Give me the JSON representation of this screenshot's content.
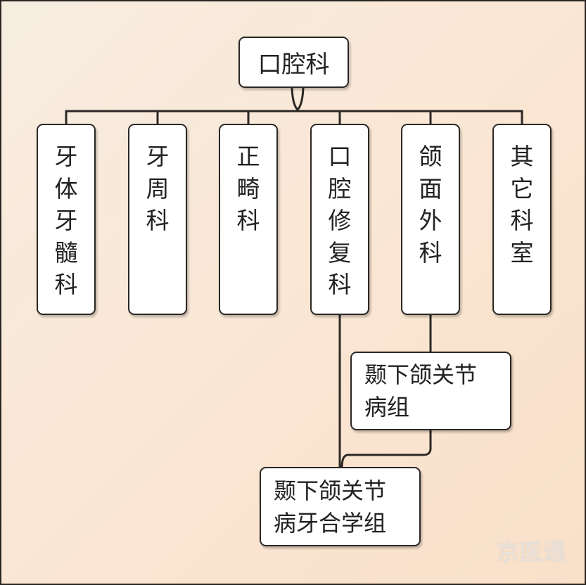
{
  "root": {
    "label": "口腔科"
  },
  "departments": [
    {
      "label": "牙体牙髓科"
    },
    {
      "label": "牙周科"
    },
    {
      "label": "正畸科"
    },
    {
      "label": "口腔修复科"
    },
    {
      "label": "颌面外科"
    },
    {
      "label": "其它科室"
    }
  ],
  "sub_groups": [
    {
      "line1": "颞下颌关节",
      "line2": "病组"
    },
    {
      "line1": "颞下颌关节",
      "line2": "病牙合学组"
    }
  ],
  "watermark": "京医通",
  "colors": {
    "line": "#2b2724",
    "box_fill": "#ffffff",
    "background": "#f9e6d4"
  }
}
